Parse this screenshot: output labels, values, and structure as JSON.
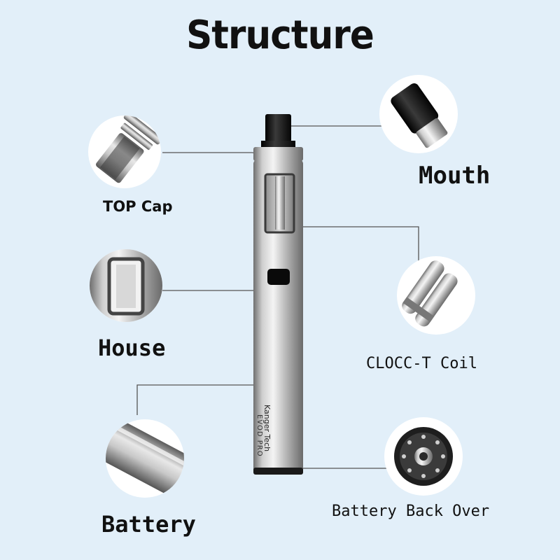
{
  "title": "Structure",
  "parts": {
    "top_cap": "TOP Cap",
    "house": "House",
    "battery": "Battery",
    "mouth": "Mouth",
    "coil": "CLOCC-T Coil",
    "back_cover": "Battery Back Over"
  },
  "device": {
    "brand": "Kanger Tech",
    "model": "EVOD PRO"
  }
}
